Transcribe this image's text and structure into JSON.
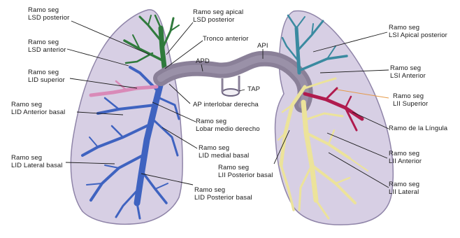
{
  "labels": {
    "lsd_posterior": "Ramo seg\nLSD posterior",
    "lsd_anterior": "Ramo seg\nLSD anterior",
    "lid_superior": "Ramo seg\nLID superior",
    "lid_anterior_basal": "Ramo seg\nLID Anterior basal",
    "lid_lateral_basal": "Ramo seg\nLID Lateral basal",
    "lsd_apical_posterior": "Ramo seg apical\nLSD posterior",
    "tronco_anterior": "Tronco anterior",
    "apd": "APD",
    "api": "API",
    "tap": "TAP",
    "ap_interlobar": "AP interlobar derecha",
    "lobar_medio": "Ramo seg\nLobar medio derecho",
    "lid_medial_basal": "Ramo seg\nLID medial basal",
    "lii_posterior_basal": "Ramo seg\nLII Posterior basal",
    "lid_posterior_basal": "Ramo seg\nLID Posterior basal",
    "lsi_apical_posterior": "Ramo seg\nLSI Apical posterior",
    "lsi_anterior": "Ramo seg\nLSI Anterior",
    "lii_superior": "Ramo seg\nLII Superior",
    "lingula": "Ramo de la Língula",
    "lii_anterior": "Ramo seg\nLII Anterior",
    "lii_lateral": "Ramo seg\nLII Lateral"
  },
  "colors": {
    "lung_fill": "#d7cfe4",
    "lung_stroke": "#8f84a8",
    "trunk": "#8a8098",
    "right_upper_branch": "#2f7a3c",
    "right_lower_branch": "#3f63c0",
    "right_pink_branch": "#d98ab8",
    "left_upper_branch": "#3a8aa0",
    "left_lower_branch": "#ece39a",
    "lingula_branch": "#b01b4e",
    "leader_lines": "#1a1a1a",
    "leader_orange": "#e59a4a",
    "leader_teal": "#3a9aa8"
  }
}
